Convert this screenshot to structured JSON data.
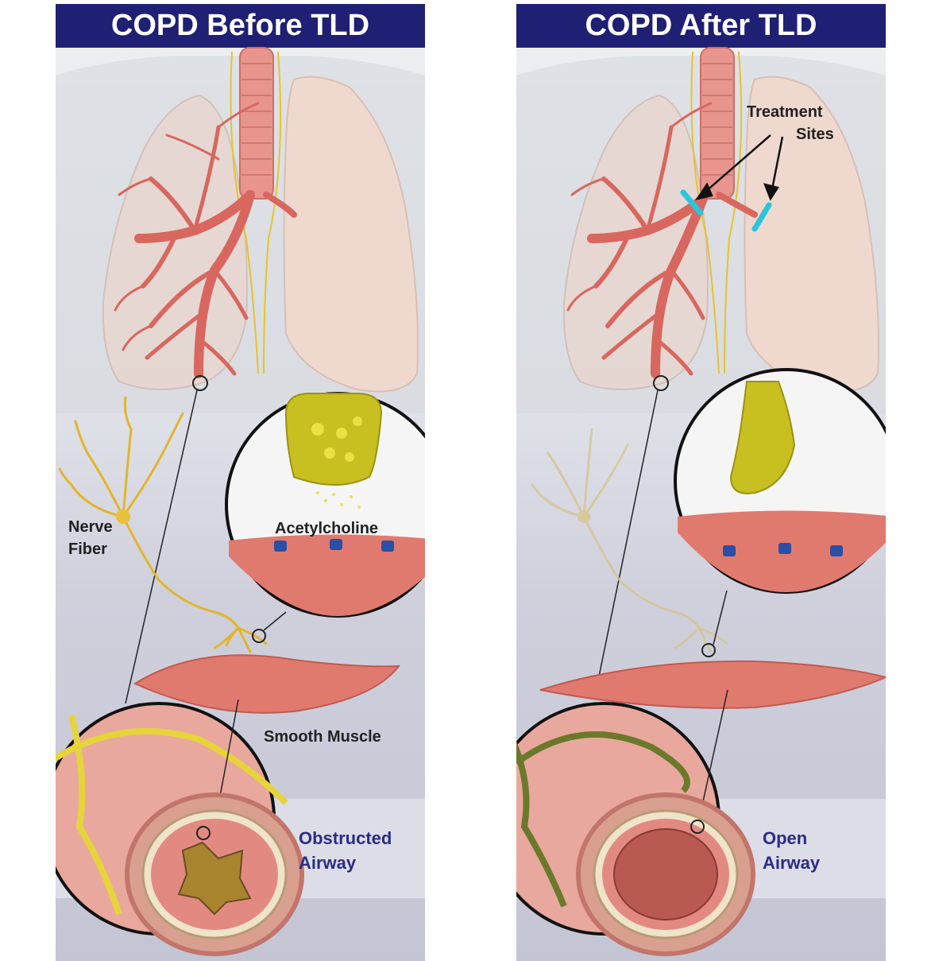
{
  "panels": {
    "left": {
      "title": "COPD Before TLD",
      "labels": {
        "nerve_fiber_line1": "Nerve",
        "nerve_fiber_line2": "Fiber",
        "acetylcholine": "Acetylcholine",
        "smooth_muscle": "Smooth Muscle",
        "airway_line1": "Obstructed",
        "airway_line2": "Airway"
      }
    },
    "right": {
      "title": "COPD After TLD",
      "labels": {
        "treatment_line1": "Treatment",
        "treatment_line2": "Sites",
        "airway_line1": "Open",
        "airway_line2": "Airway"
      }
    }
  },
  "colors": {
    "title_bar": "#1f1f73",
    "title_text": "#ffffff",
    "airway_label": "#2a2c85",
    "treatment_mark": "#29c6dd",
    "nerve": "#e6c42a",
    "muscle": "#e07a6e"
  }
}
